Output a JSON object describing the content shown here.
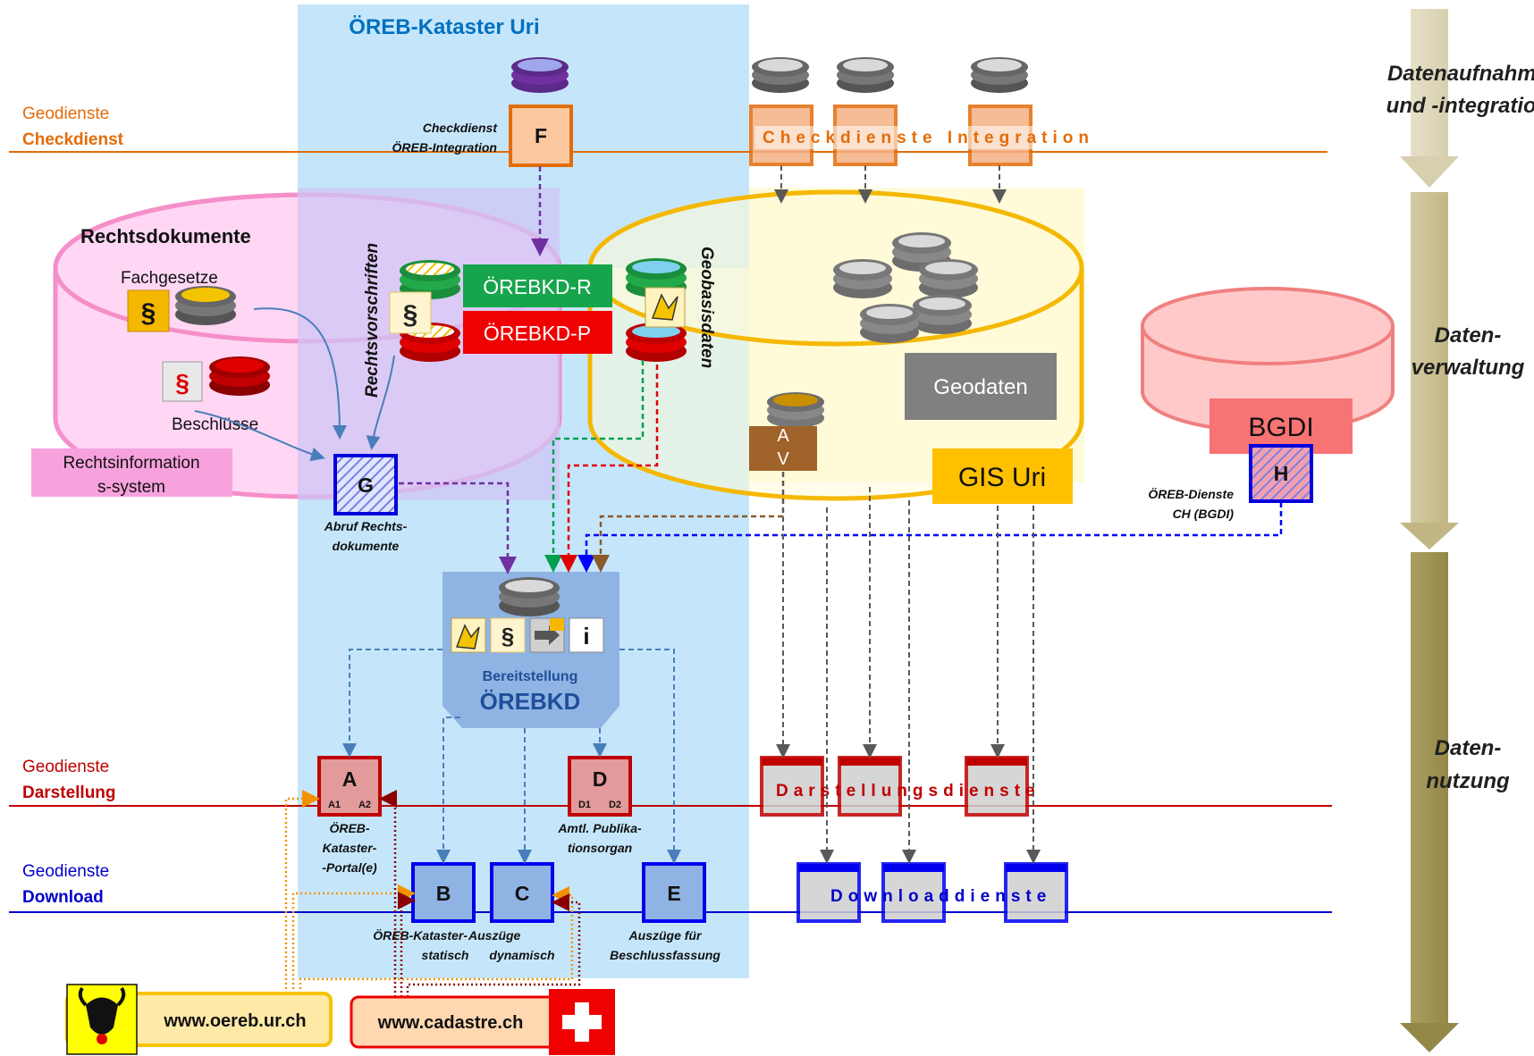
{
  "title": "ÖREB-Kataster Uri",
  "phases": [
    "Datenaufnahme",
    "und -integration",
    "Daten-",
    "verwaltung",
    "Daten-",
    "nutzung"
  ],
  "lanes": {
    "checkdienst": {
      "line1": "Geodienste",
      "line2": "Checkdienst",
      "color": "#e36c0a"
    },
    "darstellung": {
      "line1": "Geodienste",
      "line2": "Darstellung",
      "color": "#c00000"
    },
    "download": {
      "line1": "Geodienste",
      "line2": "Download",
      "color": "#0000cc"
    }
  },
  "services": {
    "checkdienste": "Checkdienste Integration",
    "darstellung": "Darstellungsdienste",
    "download": "Downloaddienste"
  },
  "boxes": {
    "F": {
      "label": "F",
      "caption1": "Checkdienst",
      "caption2": "ÖREB-Integration"
    },
    "G": {
      "label": "G",
      "caption1": "Abruf Rechts-",
      "caption2": "dokumente"
    },
    "H": {
      "label": "H",
      "caption1": "ÖREB-Dienste",
      "caption2": "CH (BGDI)"
    },
    "A": {
      "label": "A",
      "sub1": "A1",
      "sub2": "A2",
      "caption1": "ÖREB-",
      "caption2": "Kataster-",
      "caption3": "-Portal(e)"
    },
    "D": {
      "label": "D",
      "sub1": "D1",
      "sub2": "D2",
      "caption1": "Amtl. Publika-",
      "caption2": "tionsorgan"
    },
    "B": {
      "label": "B",
      "caption1": "ÖREB-Kataster-",
      "caption2": "statisch"
    },
    "C": {
      "label": "C",
      "caption1": "Auszüge",
      "caption2": "dynamisch"
    },
    "E": {
      "label": "E",
      "caption1": "Auszüge für",
      "caption2": "Beschlussfassung"
    }
  },
  "rechts": {
    "title": "Rechtsdokumente",
    "fachgesetze": "Fachgesetze",
    "beschluesse": "Beschlüsse",
    "system_line1": "Rechtsinformation",
    "system_line2": "s-system",
    "paragraph": "§"
  },
  "vertical_labels": {
    "rechtsvorschriften": "Rechtsvorschriften",
    "geobasisdaten": "Geobasisdaten"
  },
  "oerebkd": {
    "r": "ÖREBKD-R",
    "p": "ÖREBKD-P"
  },
  "gis": {
    "geodaten": "Geodaten",
    "gis_uri": "GIS Uri",
    "av_line1": "A",
    "av_line2": "V"
  },
  "bgdi": "BGDI",
  "bereitstellung": {
    "line1": "Bereitstellung",
    "line2": "ÖREBKD",
    "icon_info": "i",
    "icon_par": "§"
  },
  "websites": {
    "oereb": "www.oereb.ur.ch",
    "cadastre": "www.cadastre.ch"
  },
  "colors": {
    "oereb_area": "#c5e6fa",
    "rechts_fill": "#ffd7f4",
    "rechts_stroke": "#f48fc9",
    "gis_fill": "#fffbd9",
    "gis_stroke": "#f5b800",
    "purple_arrow": "#7030a0",
    "green_arrow": "#00a050",
    "red_arrow": "#e00000",
    "blue_arrow": "#0000ff",
    "brown_arrow": "#8b5a2b",
    "grey_arrow": "#595959",
    "steel_arrow": "#4a7ebb",
    "orange_dots": "#f39200",
    "darkred_dots": "#8b0000"
  },
  "icons": [
    "database-icon",
    "paragraph-icon",
    "geobasis-icon",
    "arrow-paragraph-icon",
    "info-icon",
    "uri-bull-icon",
    "swiss-cross-icon"
  ]
}
